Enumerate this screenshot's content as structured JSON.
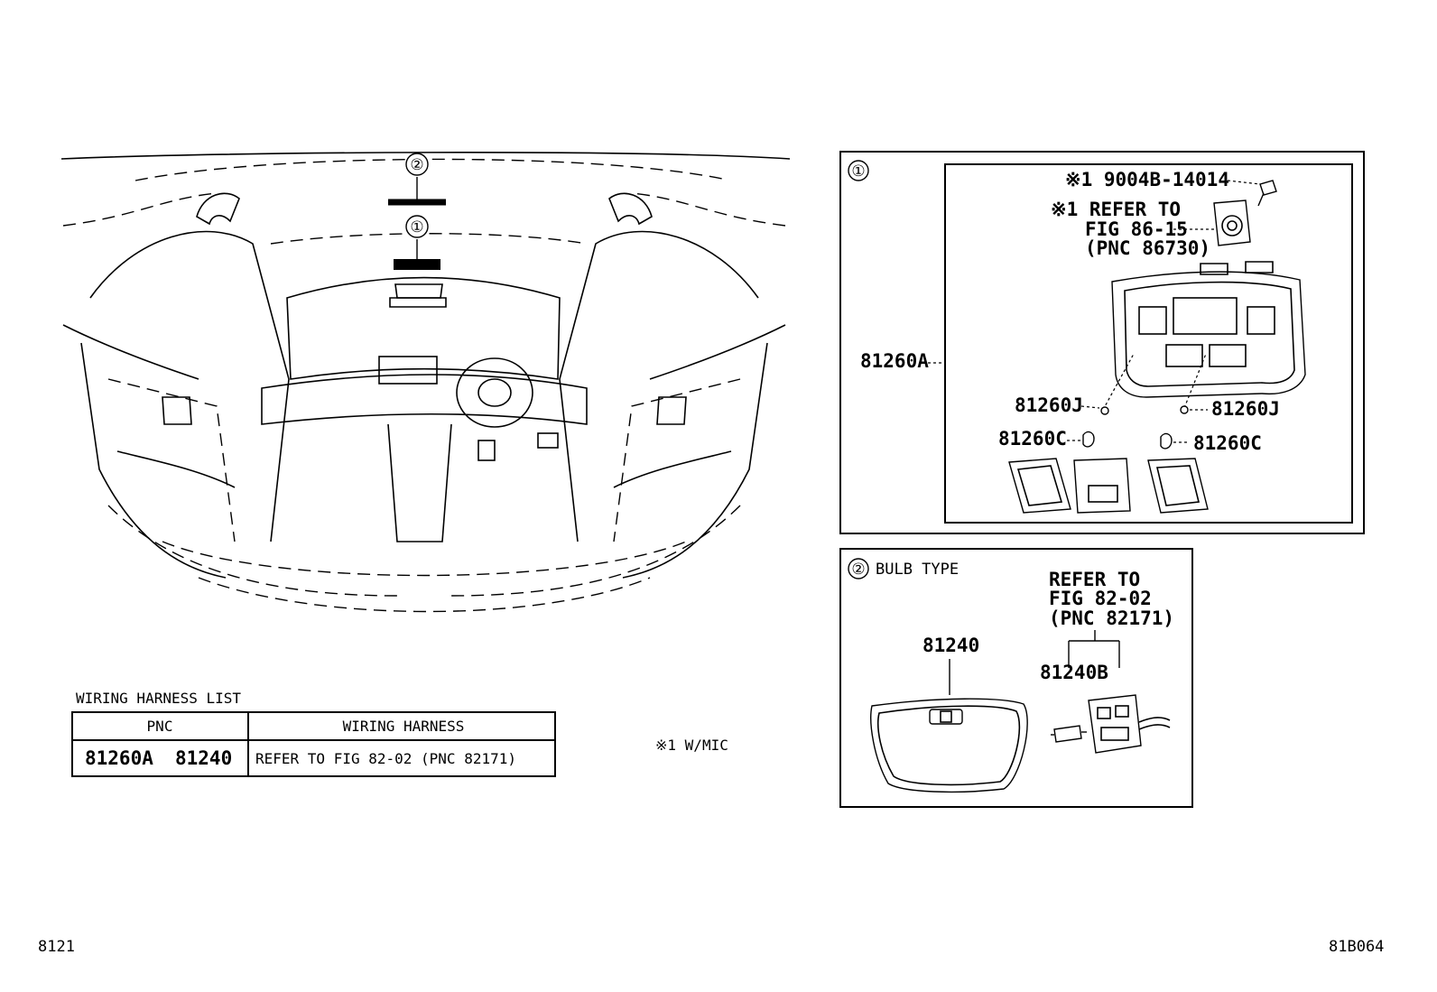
{
  "overview": {
    "callout_1": "①",
    "callout_2": "②"
  },
  "panel_1": {
    "circle_label": "①",
    "screw_label": "※1 9004B-14014",
    "refer_line1": "※1 REFER TO",
    "refer_line2": "FIG 86-15",
    "refer_line3": "(PNC 86730)",
    "assy_label": "81260A",
    "bulb_holder_left": "81260J",
    "bulb_holder_right": "81260J",
    "bulb_left": "81260C",
    "bulb_right": "81260C"
  },
  "panel_2": {
    "circle_label": "②",
    "title": "BULB TYPE",
    "refer_line1": "REFER TO",
    "refer_line2": "FIG 82-02",
    "refer_line3": "(PNC 82171)",
    "lamp_label": "81240",
    "bulb_label": "81240B"
  },
  "wiring_list": {
    "title": "WIRING HARNESS LIST",
    "headers": [
      "PNC",
      "WIRING HARNESS"
    ],
    "row": {
      "pnc_1": "81260A",
      "pnc_2": "81240",
      "harness": "REFER TO FIG 82-02 (PNC 82171)"
    }
  },
  "note": "※1 W/MIC",
  "footer": {
    "left_code": "8121",
    "right_code": "81B064"
  }
}
